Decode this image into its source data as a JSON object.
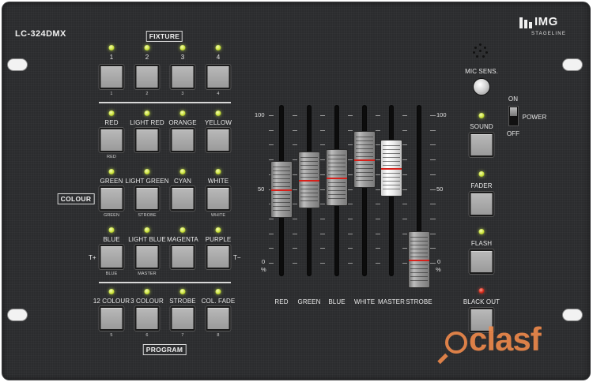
{
  "device": {
    "model": "LC-324DMX",
    "brand": "IMG",
    "brand_sub": "STAGELINE"
  },
  "labels": {
    "fixture": "FIXTURE",
    "colour": "COLOUR",
    "program": "PROGRAM",
    "t_plus": "T+",
    "t_minus": "T−",
    "mic_sens": "MIC SENS.",
    "on": "ON",
    "off": "OFF",
    "power": "POWER"
  },
  "fixture_buttons": [
    {
      "top": "1",
      "bottom": "1"
    },
    {
      "top": "2",
      "bottom": "2"
    },
    {
      "top": "3",
      "bottom": "3"
    },
    {
      "top": "4",
      "bottom": "4"
    }
  ],
  "colour_row1": [
    {
      "top": "RED",
      "bottom": "RED"
    },
    {
      "top": "LIGHT RED",
      "bottom": ""
    },
    {
      "top": "ORANGE",
      "bottom": ""
    },
    {
      "top": "YELLOW",
      "bottom": ""
    }
  ],
  "colour_row2": [
    {
      "top": "GREEN",
      "bottom": "GREEN"
    },
    {
      "top": "LIGHT GREEN",
      "bottom": "STROBE"
    },
    {
      "top": "CYAN",
      "bottom": ""
    },
    {
      "top": "WHITE",
      "bottom": "WHITE"
    }
  ],
  "colour_row3": [
    {
      "top": "BLUE",
      "bottom": "BLUE"
    },
    {
      "top": "LIGHT BLUE",
      "bottom": "MASTER"
    },
    {
      "top": "MAGENTA",
      "bottom": ""
    },
    {
      "top": "PURPLE",
      "bottom": ""
    }
  ],
  "program_buttons": [
    {
      "top": "12 COLOUR",
      "bottom": "5"
    },
    {
      "top": "3 COLOUR",
      "bottom": "6"
    },
    {
      "top": "STROBE",
      "bottom": "7"
    },
    {
      "top": "COL. FADE",
      "bottom": "8"
    }
  ],
  "scale": {
    "top": "100",
    "mid": "50",
    "zero": "0",
    "unit": "%"
  },
  "faders": [
    {
      "name": "RED",
      "level": 0.5,
      "style": "grey"
    },
    {
      "name": "GREEN",
      "level": 0.56,
      "style": "grey"
    },
    {
      "name": "BLUE",
      "level": 0.58,
      "style": "grey"
    },
    {
      "name": "WHITE",
      "level": 0.7,
      "style": "grey"
    },
    {
      "name": "MASTER",
      "level": 0.64,
      "style": "white"
    },
    {
      "name": "STROBE",
      "level": 0.02,
      "style": "grey"
    }
  ],
  "right_buttons": [
    {
      "label": "SOUND",
      "led": "green"
    },
    {
      "label": "FADER",
      "led": "green"
    },
    {
      "label": "FLASH",
      "led": "green"
    },
    {
      "label": "BLACK OUT",
      "led": "red"
    }
  ],
  "watermark": "clasf"
}
